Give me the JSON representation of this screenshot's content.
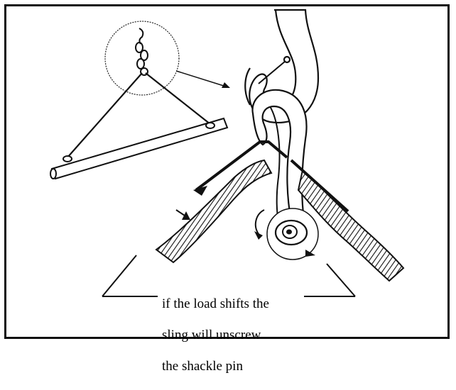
{
  "caption": {
    "lines": [
      "if the load shifts the",
      "sling will unscrew",
      "the shackle pin"
    ]
  },
  "colors": {
    "ink": "#111111",
    "paper": "#ffffff"
  },
  "icons": [
    "lifting-hook",
    "shackle",
    "rope-sling",
    "spreader-bar",
    "rotation-arrow"
  ]
}
